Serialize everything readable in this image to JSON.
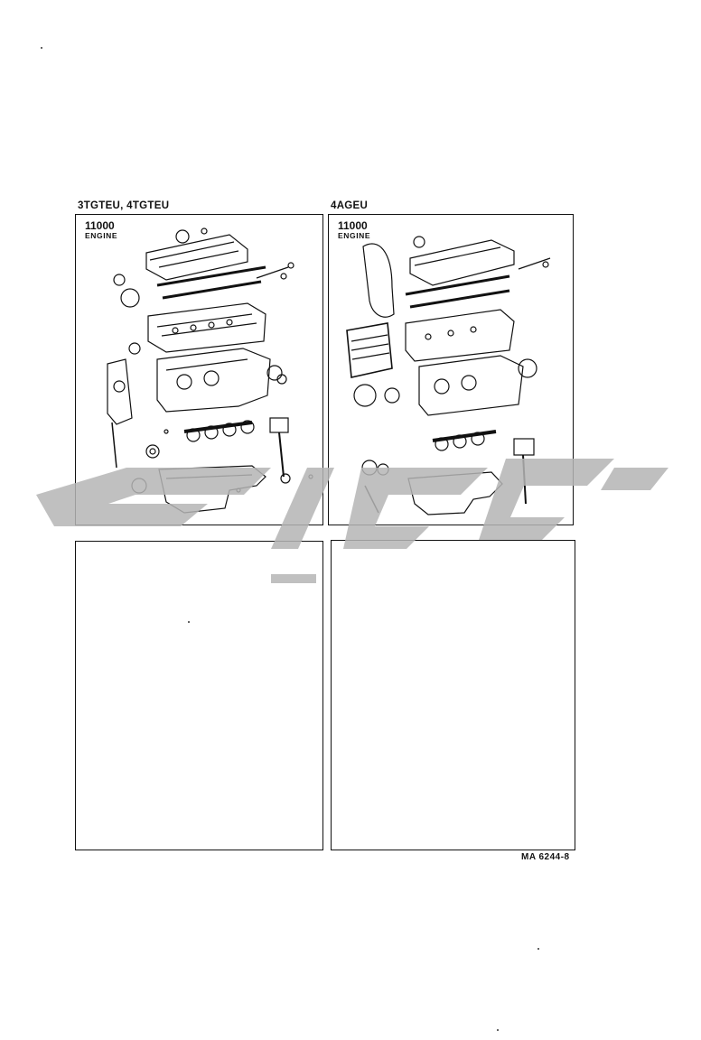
{
  "panels": [
    {
      "caption": "3TGTEU, 4TGTEU",
      "part_code": "11000",
      "part_name": "ENGINE"
    },
    {
      "caption": "4AGEU",
      "part_code": "11000",
      "part_name": "ENGINE"
    }
  ],
  "figure_reference": "MA  6244-8",
  "watermark_color": "#b5b5b5",
  "line_color": "#111111"
}
